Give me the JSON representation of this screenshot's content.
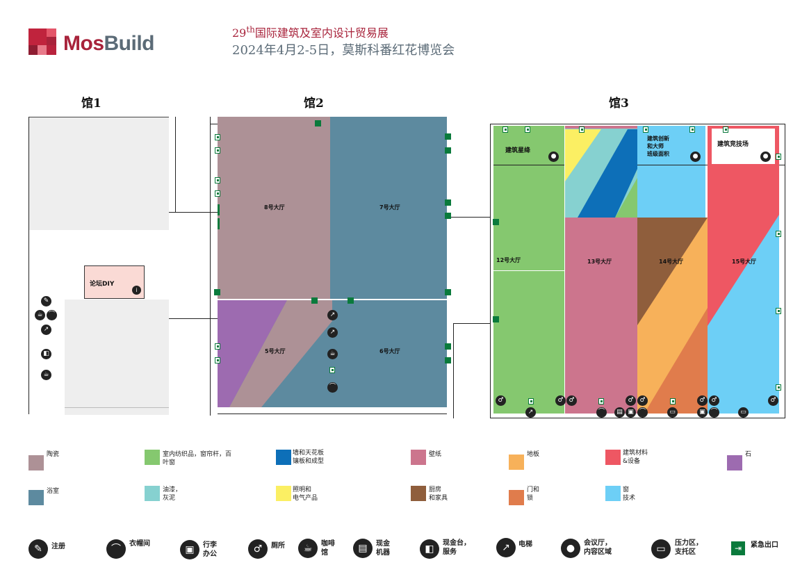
{
  "header": {
    "logo_text_a": "Mos",
    "logo_text_b": "Build",
    "edition_num": "29",
    "edition_sup": "th",
    "edition_name": "国际建筑及室内设计贸易展",
    "dates": "2024年4月2-5日，莫斯科番红花博览会"
  },
  "pavilions": {
    "p1": "馆1",
    "p2": "馆2",
    "p3": "馆3"
  },
  "zones": {
    "diy": "论坛DIY",
    "hall8": "8号大厅",
    "hall7": "7号大厅",
    "hall5": "5号大厅",
    "hall6": "6号大厅",
    "hall12": "12号大厅",
    "hall13": "13号大厅",
    "hall14": "14号大厅",
    "hall15": "15号大厅",
    "stars": "建筑星绛",
    "innovation": "建筑创新\n和大师\n班级面积",
    "arena": "建筑竞技场"
  },
  "colors": {
    "ceramics": "#ad9196",
    "textiles": "#85c86f",
    "walls": "#0d6fb8",
    "wallpaper": "#cc758d",
    "floor": "#f7b15a",
    "materials": "#ee5763",
    "stone": "#9d6bb0",
    "bath": "#5d8a9f",
    "paints": "#86d1d0",
    "lighting": "#fbef63",
    "kitchen": "#8f5e3c",
    "doors": "#e07c4c",
    "windows": "#6dcff6",
    "pavilion1_grey": "#eeeeee",
    "diy": "#fadad5",
    "door_green": "#0a7a3c",
    "logo_red": "#a8233b",
    "logo_grey": "#5b6b77"
  },
  "legend": [
    {
      "label": "陶瓷",
      "color_key": "ceramics"
    },
    {
      "label": "室内纺织品，窗帘杆，百叶窗",
      "color_key": "textiles"
    },
    {
      "label": "墙和天花板\n镶板和成型",
      "color_key": "walls"
    },
    {
      "label": "壁纸",
      "color_key": "wallpaper"
    },
    {
      "label": "地板",
      "color_key": "floor"
    },
    {
      "label": "建筑材料\n&设备",
      "color_key": "materials"
    },
    {
      "label": "石",
      "color_key": "stone"
    },
    {
      "label": "浴室",
      "color_key": "bath"
    },
    {
      "label": "油漆，\n灰泥",
      "color_key": "paints"
    },
    {
      "label": "照明和\n电气产品",
      "color_key": "lighting"
    },
    {
      "label": "厨房\n和家具",
      "color_key": "kitchen"
    },
    {
      "label": "门和\n锁",
      "color_key": "doors"
    },
    {
      "label": "窗\n技术",
      "color_key": "windows"
    }
  ],
  "services": [
    {
      "label": "注册",
      "icon": "registration-icon",
      "glyph": "✎"
    },
    {
      "label": "衣帽间",
      "icon": "cloakroom-icon",
      "glyph": "⌒"
    },
    {
      "label": "行李\n办公",
      "icon": "luggage-icon",
      "glyph": "▣"
    },
    {
      "label": "厕所",
      "icon": "toilet-icon",
      "glyph": "♂"
    },
    {
      "label": "咖啡\n馆",
      "icon": "cafe-icon",
      "glyph": "☕"
    },
    {
      "label": "现金\n机器",
      "icon": "atm-icon",
      "glyph": "▤"
    },
    {
      "label": "现金台，\n服务",
      "icon": "cash-desk-icon",
      "glyph": "◧"
    },
    {
      "label": "电梯",
      "icon": "escalator-icon",
      "glyph": "↗"
    },
    {
      "label": "会议厅，\n内容区域",
      "icon": "conference-icon",
      "glyph": "●"
    },
    {
      "label": "压力区，\n支托区",
      "icon": "press-area-icon",
      "glyph": "▭"
    },
    {
      "label": "紧急出口",
      "icon": "emergency-exit-icon",
      "glyph": "⇥"
    }
  ]
}
